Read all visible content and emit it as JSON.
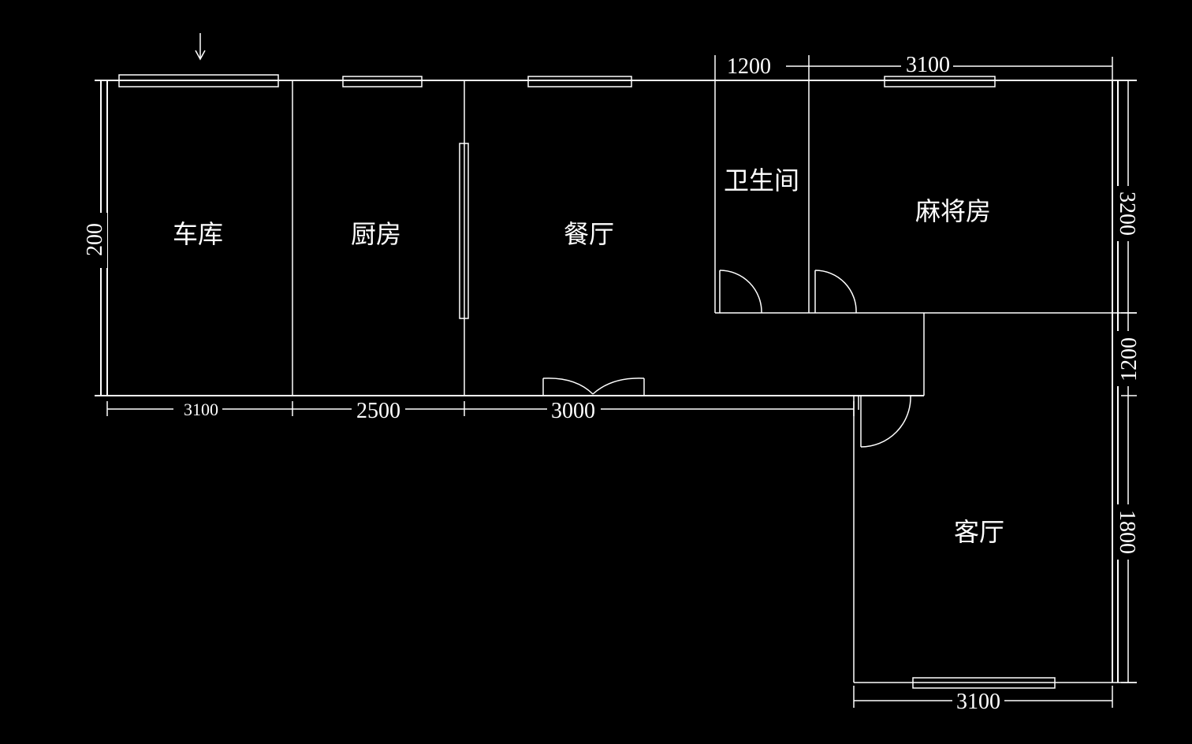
{
  "rooms": {
    "garage": "车库",
    "kitchen": "厨房",
    "dining": "餐厅",
    "bathroom": "卫生间",
    "mahjong": "麻将房",
    "living": "客厅"
  },
  "dimensions": {
    "bottom_garage": "3100",
    "bottom_kitchen": "2500",
    "bottom_dining": "3000",
    "top_bathroom": "1200",
    "top_mahjong": "3100",
    "left_height": "200",
    "right_mahjong": "3200",
    "right_passage": "1200",
    "right_living": "1800",
    "bottom_living": "3100"
  },
  "colors": {
    "background": "#000000",
    "lines": "#ffffff"
  }
}
